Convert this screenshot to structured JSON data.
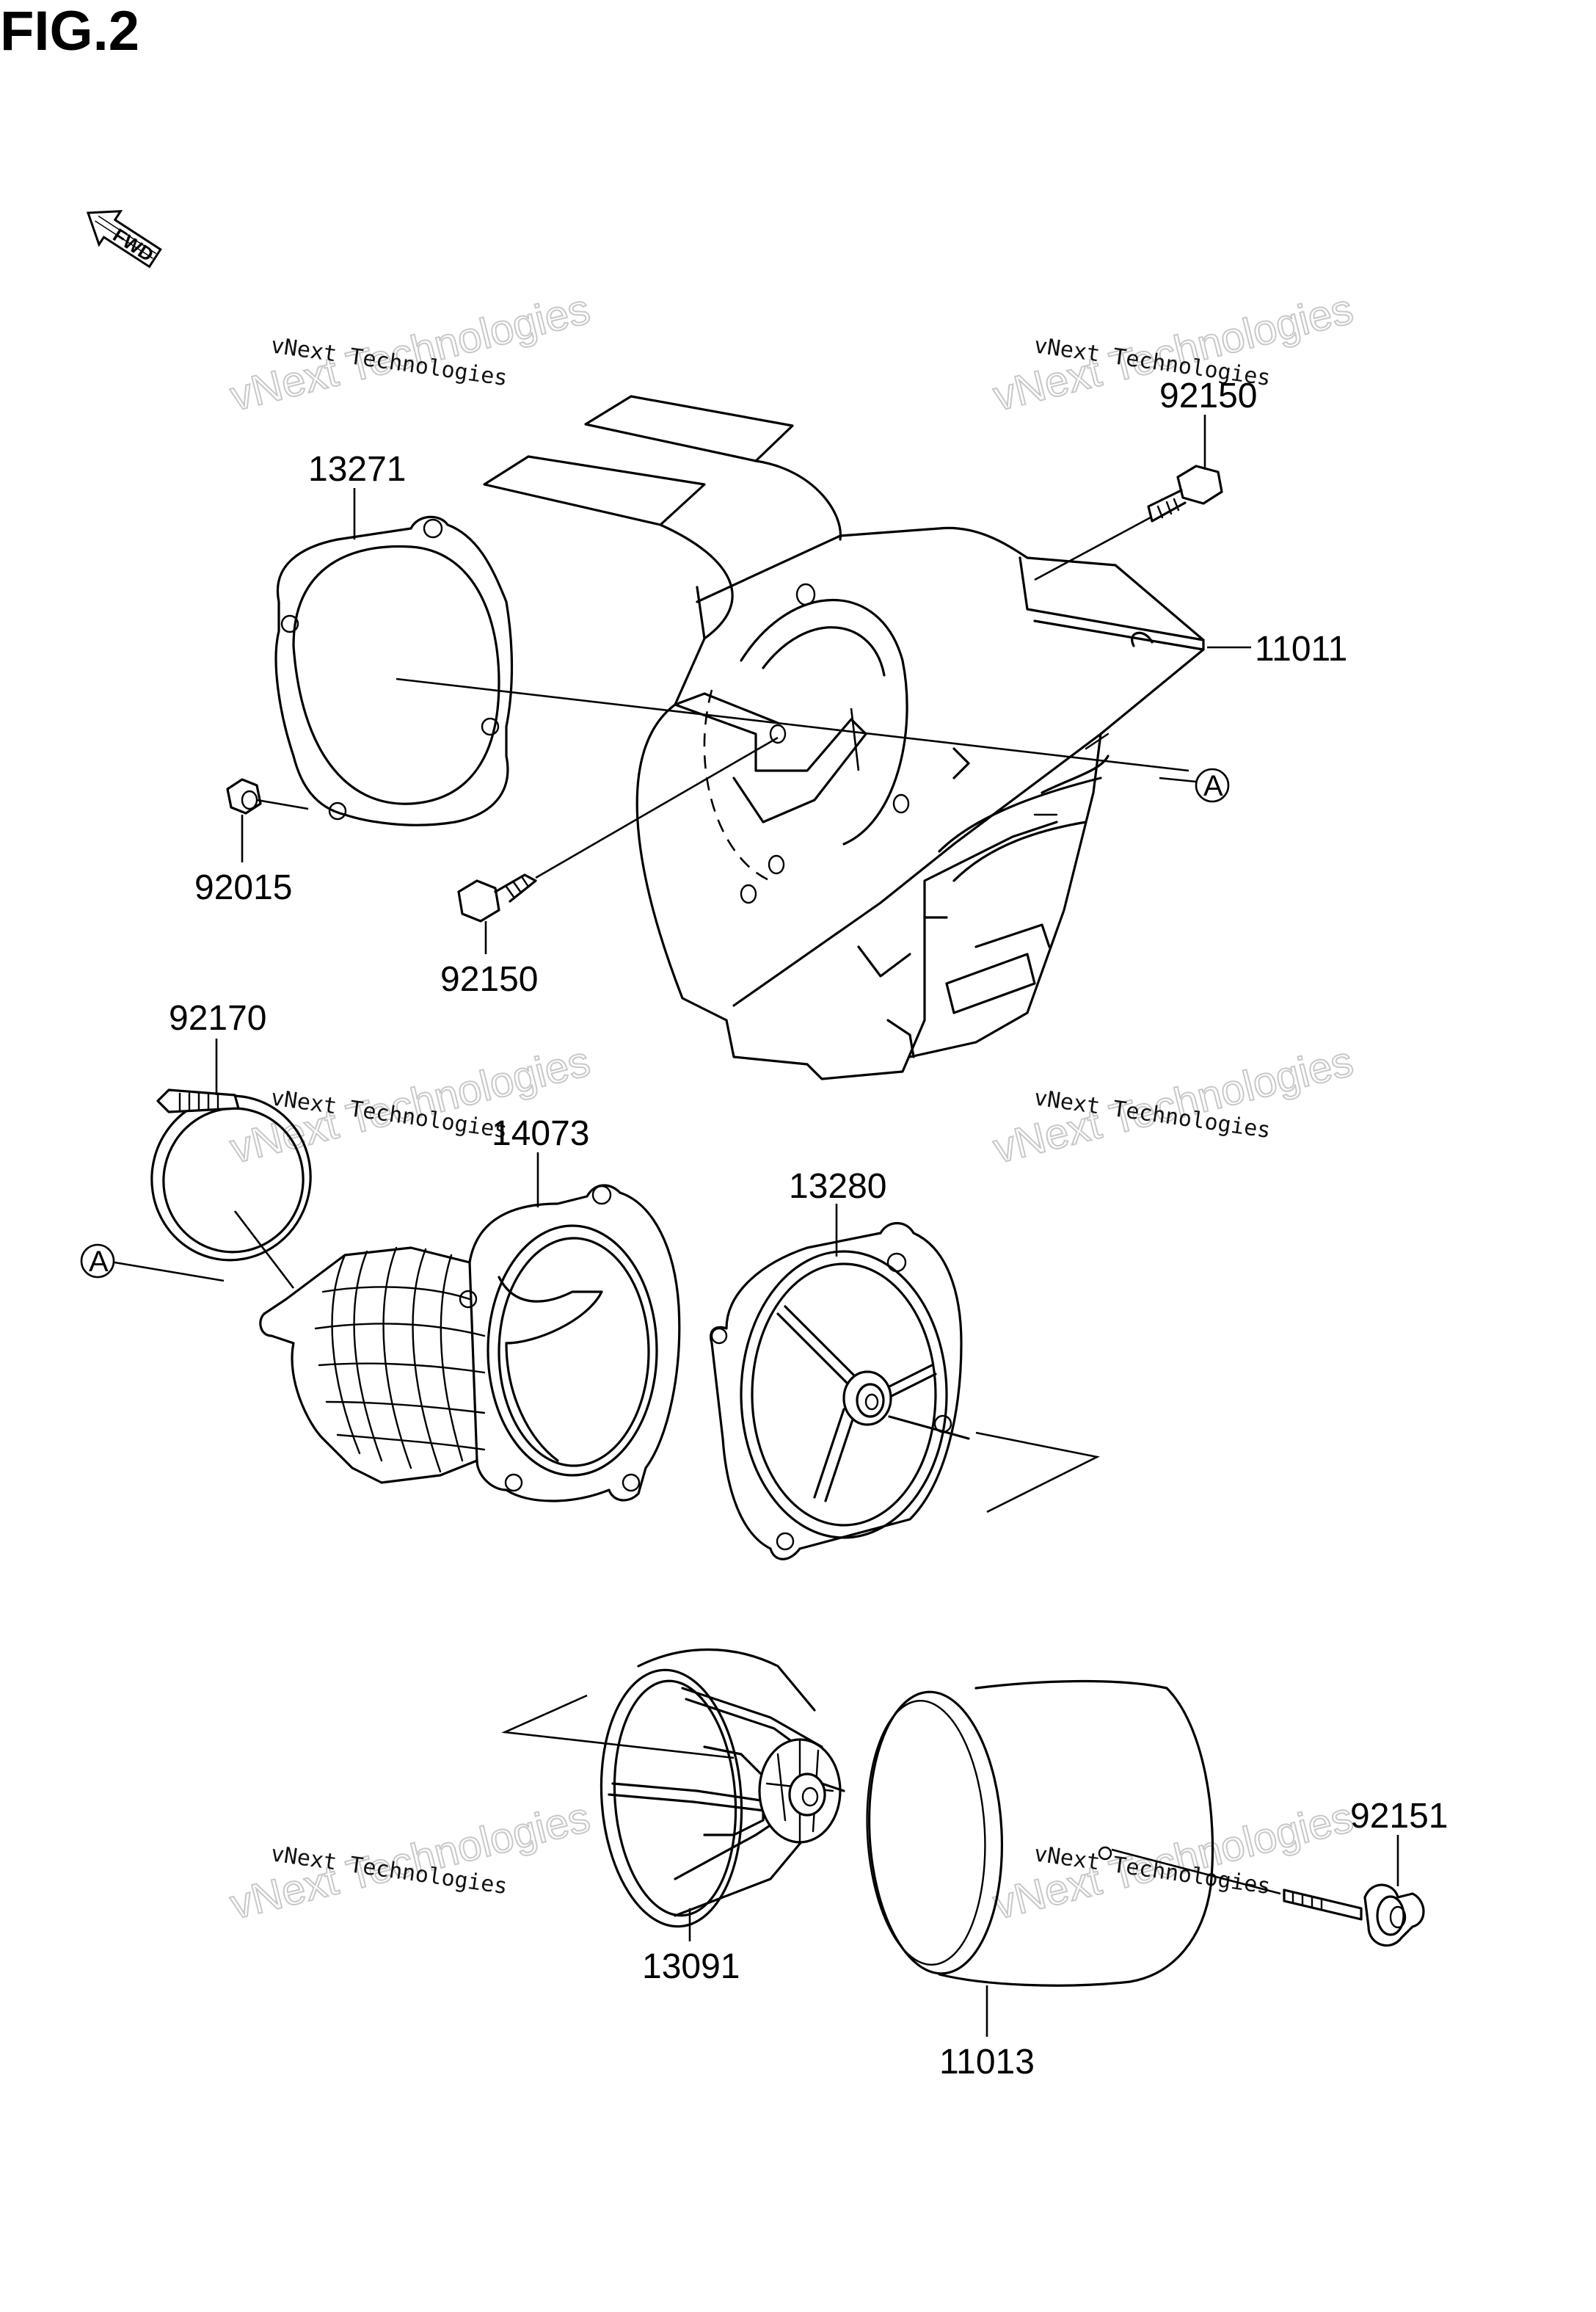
{
  "figure": {
    "title": "FIG.2"
  },
  "direction_arrow": {
    "label": "FWD",
    "icon": "fwd-arrow-icon"
  },
  "reference_marks": [
    "A",
    "A"
  ],
  "watermarks": [
    {
      "small": "vNext Technologies",
      "big": "vNext Technologies"
    },
    {
      "small": "vNext Technologies",
      "big": "vNext Technologies"
    },
    {
      "small": "vNext Technologies",
      "big": "vNext Technologies"
    },
    {
      "small": "vNext Technologies",
      "big": "vNext Technologies"
    },
    {
      "small": "vNext Technologies",
      "big": "vNext Technologies"
    },
    {
      "small": "vNext Technologies",
      "big": "vNext Technologies"
    }
  ],
  "parts": [
    {
      "number": "92150",
      "name": "bolt"
    },
    {
      "number": "13271",
      "name": "gasket"
    },
    {
      "number": "11011",
      "name": "air-cleaner-case"
    },
    {
      "number": "92015",
      "name": "nut"
    },
    {
      "number": "92150",
      "name": "bolt"
    },
    {
      "number": "92170",
      "name": "clamp"
    },
    {
      "number": "14073",
      "name": "duct"
    },
    {
      "number": "13280",
      "name": "plate"
    },
    {
      "number": "13091",
      "name": "holder"
    },
    {
      "number": "92151",
      "name": "wing-bolt"
    },
    {
      "number": "11013",
      "name": "air-filter-element"
    }
  ]
}
